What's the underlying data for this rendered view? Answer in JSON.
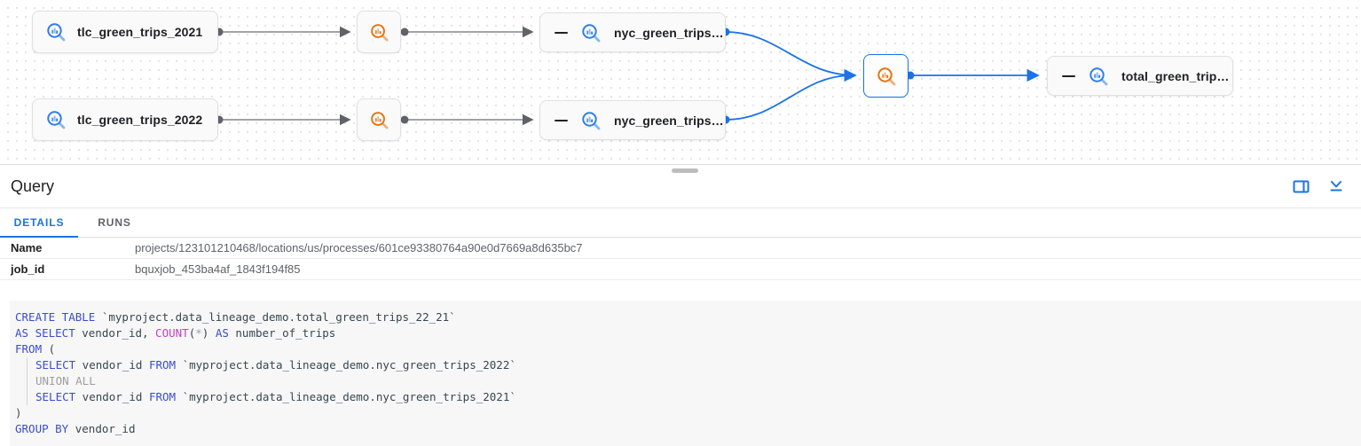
{
  "graph": {
    "nodes": {
      "tlc2021": {
        "label": "tlc_green_trips_2021"
      },
      "tlc2022": {
        "label": "tlc_green_trips_2022"
      },
      "nyc1": {
        "label": "nyc_green_trips…"
      },
      "nyc2": {
        "label": "nyc_green_trips…"
      },
      "total": {
        "label": "total_green_trip…"
      }
    },
    "colors": {
      "table_icon": "#2e7de9",
      "process_icon": "#e8710a",
      "edge_gray": "#80868b",
      "edge_blue": "#1a73e8",
      "selected_border": "#1a73e8"
    }
  },
  "panel": {
    "title": "Query",
    "tabs": [
      {
        "label": "DETAILS"
      },
      {
        "label": "RUNS"
      }
    ],
    "fields": [
      {
        "label": "Name",
        "value": "projects/123101210468/locations/us/processes/601ce93380764a90e0d7669a8d635bc7"
      },
      {
        "label": "job_id",
        "value": "bquxjob_453ba4af_1843f194f85"
      }
    ],
    "accent": "#1a73e8"
  },
  "sql": {
    "l1": [
      {
        "v": "CREATE TABLE"
      },
      {
        "v": " `myproject.data_lineage_demo.total_green_trips_22_21`"
      }
    ],
    "l2": [
      {
        "v": "AS SELECT"
      },
      {
        "v": " vendor_id, "
      },
      {
        "v": "COUNT"
      },
      {
        "v": "("
      },
      {
        "v": "*"
      },
      {
        "v": ") "
      },
      {
        "v": "AS"
      },
      {
        "v": " number_of_trips"
      }
    ],
    "l3": [
      {
        "v": "FROM"
      },
      {
        "v": " ("
      }
    ],
    "l4": [
      {
        "v": "SELECT"
      },
      {
        "v": " vendor_id "
      },
      {
        "v": "FROM"
      },
      {
        "v": " `myproject.data_lineage_demo.nyc_green_trips_2022`"
      }
    ],
    "l5": [
      {
        "v": "UNION ALL"
      }
    ],
    "l6": [
      {
        "v": "SELECT"
      },
      {
        "v": " vendor_id "
      },
      {
        "v": "FROM"
      },
      {
        "v": " `myproject.data_lineage_demo.nyc_green_trips_2021`"
      }
    ],
    "l7": [
      {
        "v": ")"
      }
    ],
    "l8": [
      {
        "v": "GROUP BY"
      },
      {
        "v": " vendor_id"
      }
    ]
  }
}
